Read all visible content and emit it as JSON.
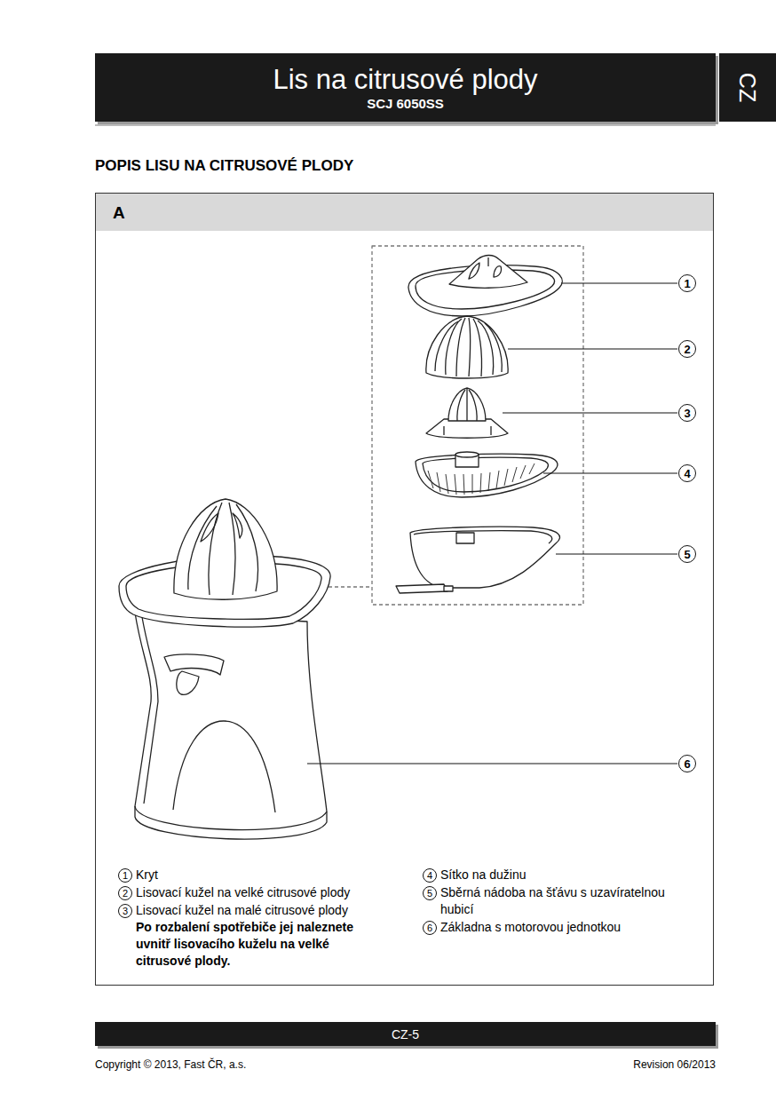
{
  "diagram": {
    "nodes": [
      {
        "text": [
          "Lis na citrusové plody",
          "SCJ 6050SS"
        ]
      },
      {
        "text": [
          "CZ"
        ]
      },
      {
        "text": [
          "A"
        ]
      },
      {
        "text": [
          "1"
        ],
        "in": 2
      },
      {
        "text": [
          "2"
        ],
        "in": 2
      },
      {
        "text": [
          "3"
        ],
        "in": 2
      },
      {
        "text": [
          "4"
        ],
        "in": 2
      },
      {
        "text": [
          "5"
        ],
        "in": 2
      },
      {
        "text": [
          "6"
        ],
        "in": 2
      },
      {
        "text": [
          "1"
        ],
        "in": 2
      },
      {
        "text": [
          "2"
        ],
        "in": 2
      },
      {
        "text": [
          "3"
        ],
        "in": 2
      },
      {
        "text": [
          "4"
        ],
        "in": 2
      },
      {
        "text": [
          "5"
        ],
        "in": 2
      },
      {
        "text": [
          "6"
        ],
        "in": 2
      },
      {
        "text": [
          "CZ-5"
        ]
      }
    ],
    "labels": [
      "POPIS LISU NA CITRUSOVÉ PLODY",
      "Kryt",
      "Lisovací kužel na velké citrusové plody",
      "Lisovací kužel na malé citrusové plody",
      "Po rozbalení spotřebiče jej naleznete uvnitř lisovacího kuželu na velké citrusové plody.",
      "Sítko na dužinu",
      "Sběrná nádoba na šťávu s uzavíratelnou hubicí",
      "Základna s motorovou jednotkou",
      "Copyright © 2013, Fast ČR, a.s.",
      "Revision 06/2013"
    ]
  }
}
